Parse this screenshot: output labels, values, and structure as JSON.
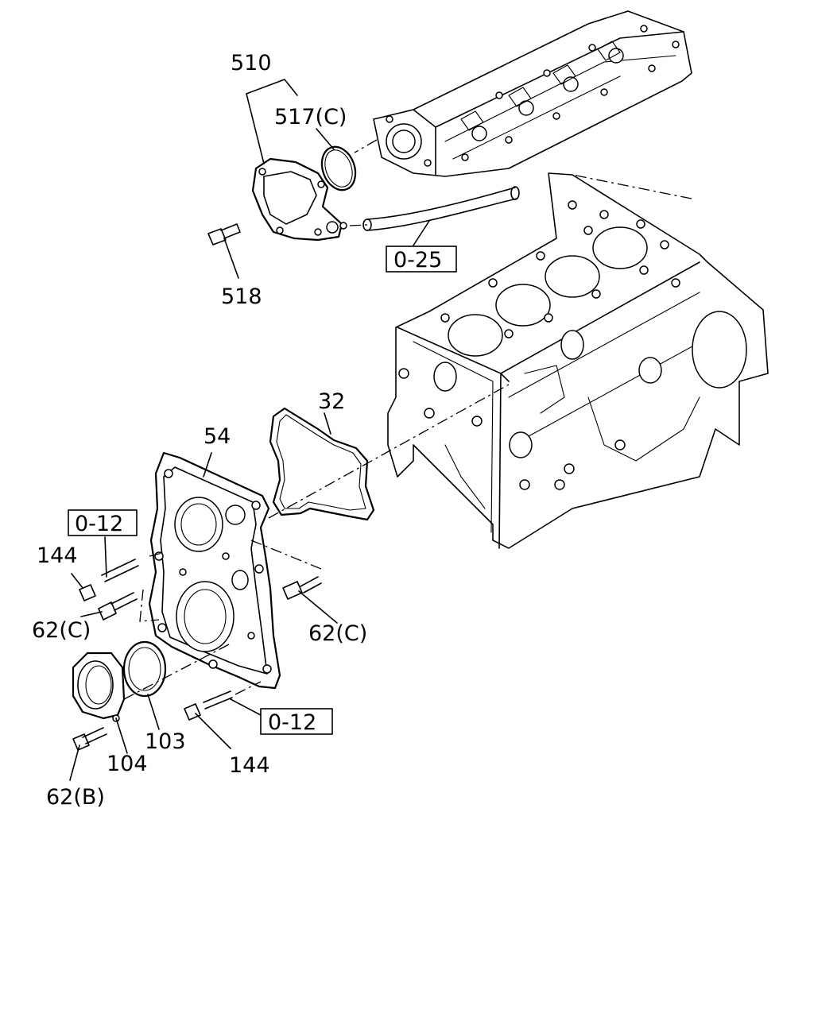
{
  "labels": {
    "p510": "510",
    "p517c": "517(C)",
    "p518": "518",
    "p32": "32",
    "p54": "54",
    "p144_left": "144",
    "p62c_left": "62(C)",
    "p62c_right": "62(C)",
    "p103": "103",
    "p104": "104",
    "p144_bottom": "144",
    "p62b": "62(B)"
  },
  "references": {
    "r025": "0-25",
    "r012_left": "0-12",
    "r012_bottom": "0-12"
  }
}
